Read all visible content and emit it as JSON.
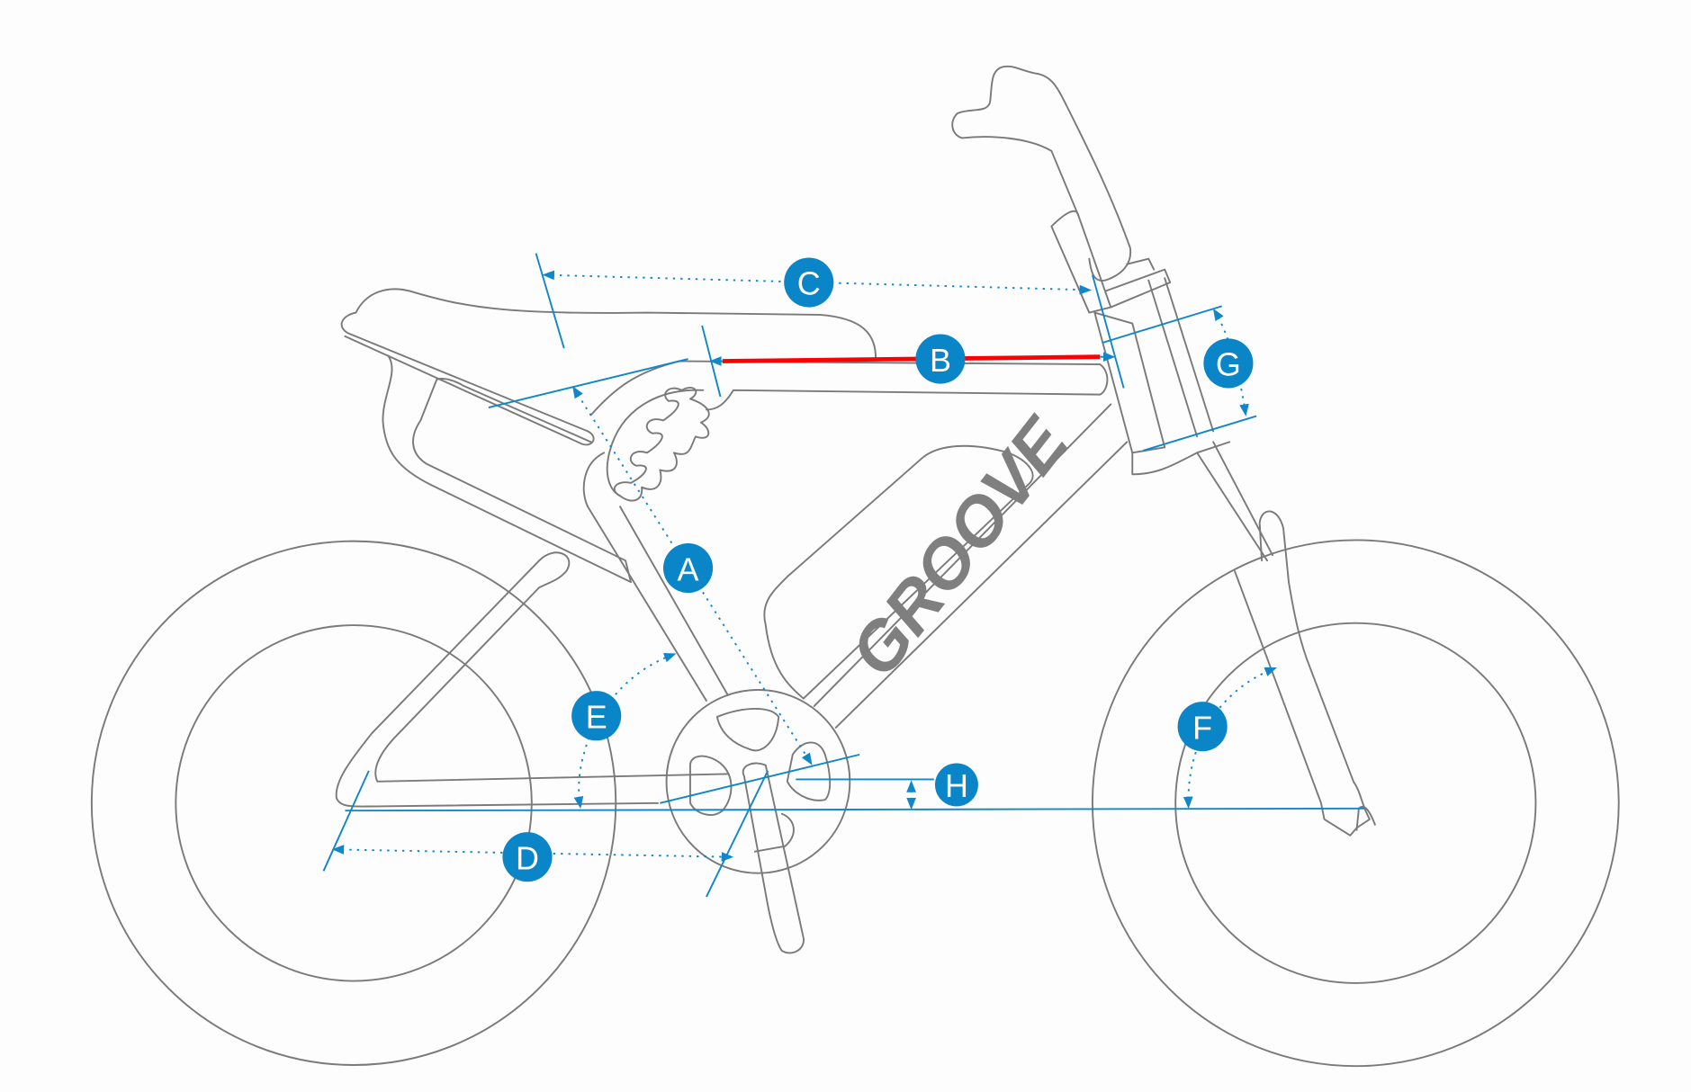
{
  "brand": "GROOVE",
  "colors": {
    "line": "#7a7a7a",
    "dimension": "#1187c9",
    "highlight": "#ff0000",
    "badge": "#0a86c8"
  },
  "markers": {
    "A": "A",
    "B": "B",
    "C": "C",
    "D": "D",
    "E": "E",
    "F": "F",
    "G": "G",
    "H": "H"
  },
  "highlighted_marker": "B"
}
